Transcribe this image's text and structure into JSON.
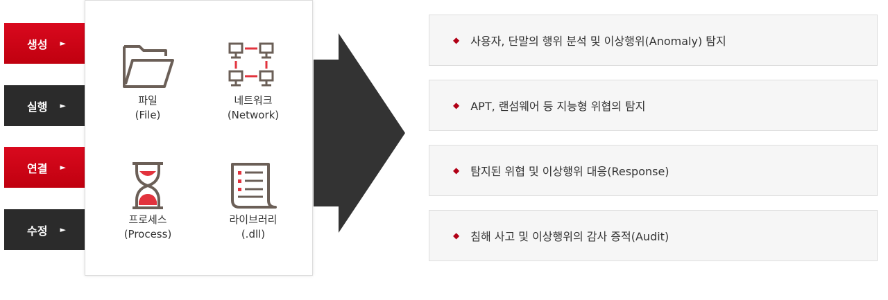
{
  "tabs": [
    {
      "label": "생성",
      "arrow": "►",
      "color": "#d0021b"
    },
    {
      "label": "실행",
      "arrow": "►",
      "color": "#2b2b2b"
    },
    {
      "label": "연결",
      "arrow": "►",
      "color": "#d0021b"
    },
    {
      "label": "수정",
      "arrow": "►",
      "color": "#2b2b2b"
    }
  ],
  "targets": [
    {
      "label": "파일",
      "sub": "(File)",
      "icon": "folder-icon"
    },
    {
      "label": "네트워크",
      "sub": "(Network)",
      "icon": "network-icon"
    },
    {
      "label": "프로세스",
      "sub": "(Process)",
      "icon": "hourglass-icon"
    },
    {
      "label": "라이브러리",
      "sub": "(.dll)",
      "icon": "document-list-icon"
    }
  ],
  "features": [
    {
      "bullet": "◆",
      "text": "사용자, 단말의 행위 분석 및  이상행위(Anomaly) 탐지"
    },
    {
      "bullet": "◆",
      "text": "APT, 랜섬웨어 등  지능형 위협의 탐지"
    },
    {
      "bullet": "◆",
      "text": "탐지된 위협 및 이상행위 대응(Response)"
    },
    {
      "bullet": "◆",
      "text": "침해 사고 및 이상행위의 감사 증적(Audit)"
    }
  ],
  "colors": {
    "accent": "#d0021b",
    "dark": "#2b2b2b",
    "icon": "#6b5f57",
    "icon_accent": "#e2333d"
  }
}
